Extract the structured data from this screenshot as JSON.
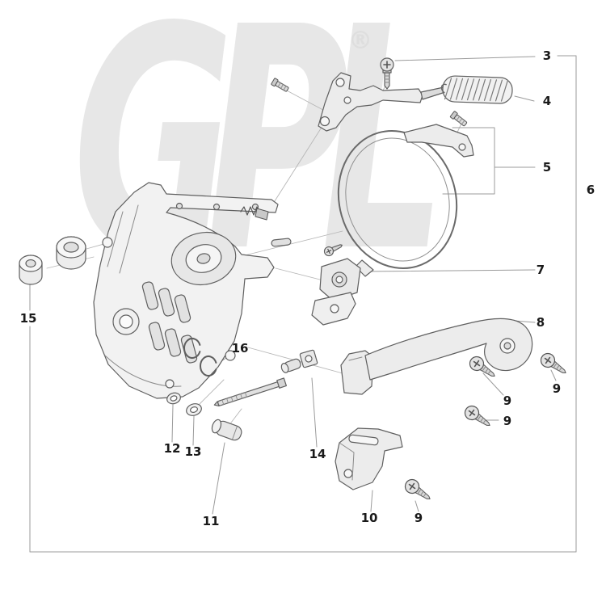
{
  "watermark": {
    "text": "GPL",
    "registered": "®",
    "color": "#e7e7e7"
  },
  "diagram": {
    "colors": {
      "outline": "#5f5f5f",
      "leader_line": "#9b9b9b",
      "part_fill": "#efefef",
      "label_text": "#1a1a1a",
      "watermark": "#e7e7e7",
      "background": "#ffffff"
    },
    "labels": [
      {
        "part": "lever-screw",
        "text": "3"
      },
      {
        "part": "brake-spring",
        "text": "4"
      },
      {
        "part": "brake-band",
        "text": "5"
      },
      {
        "part": "cover-assembly",
        "text": "6"
      },
      {
        "part": "chain-tensioner",
        "text": "7"
      },
      {
        "part": "hand-guard",
        "text": "8"
      },
      {
        "part": "screw",
        "text": "9"
      },
      {
        "part": "screw",
        "text": "9"
      },
      {
        "part": "screw",
        "text": "9"
      },
      {
        "part": "screw",
        "text": "9"
      },
      {
        "part": "chain-catcher",
        "text": "10"
      },
      {
        "part": "tensioner-screw-kit",
        "text": "11"
      },
      {
        "part": "washer",
        "text": "12"
      },
      {
        "part": "washer",
        "text": "13"
      },
      {
        "part": "tensioner-nut",
        "text": "14"
      },
      {
        "part": "collar-set",
        "text": "15"
      },
      {
        "part": "circlip",
        "text": "16"
      }
    ]
  }
}
